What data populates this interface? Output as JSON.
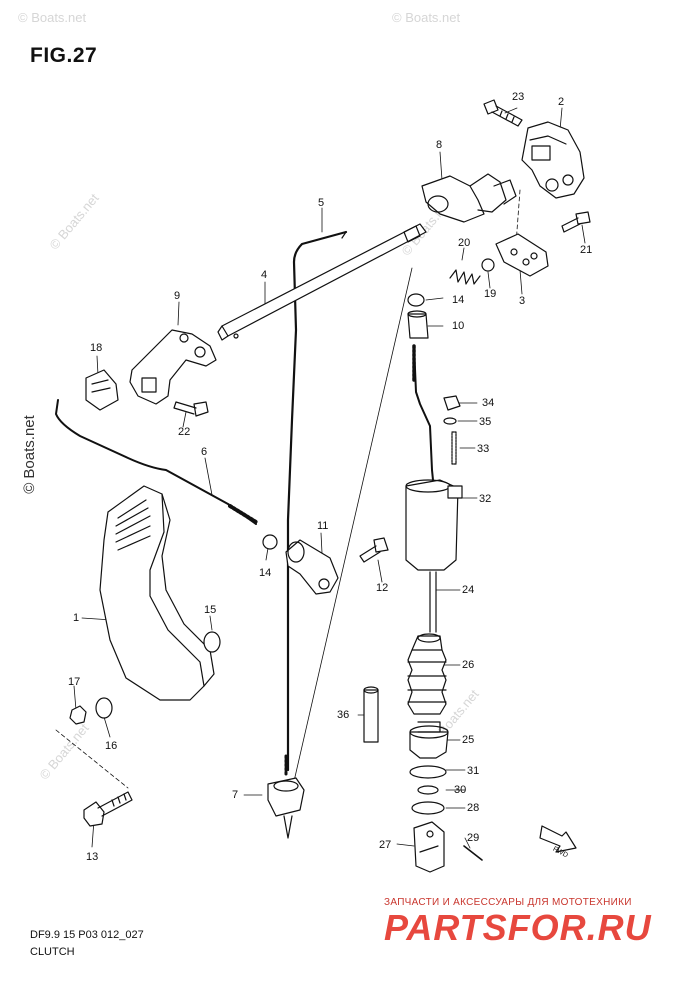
{
  "figure": {
    "title": "FIG.27",
    "code": "DF9.9 15 P03 012_027",
    "name": "CLUTCH"
  },
  "callouts": [
    "1",
    "2",
    "3",
    "4",
    "5",
    "6",
    "7",
    "8",
    "9",
    "10",
    "11",
    "12",
    "13",
    "14",
    "14",
    "15",
    "16",
    "17",
    "18",
    "19",
    "20",
    "21",
    "22",
    "23",
    "24",
    "25",
    "26",
    "27",
    "28",
    "29",
    "30",
    "31",
    "32",
    "33",
    "34",
    "35",
    "36"
  ],
  "watermark": "© Boats.net",
  "shop": {
    "tagline": "ЗАПЧАСТИ И АКСЕССУАРЫ ДЛЯ МОТОТЕХНИКИ",
    "logo": "PARTSFOR.RU"
  },
  "fwd_label": "FWD"
}
